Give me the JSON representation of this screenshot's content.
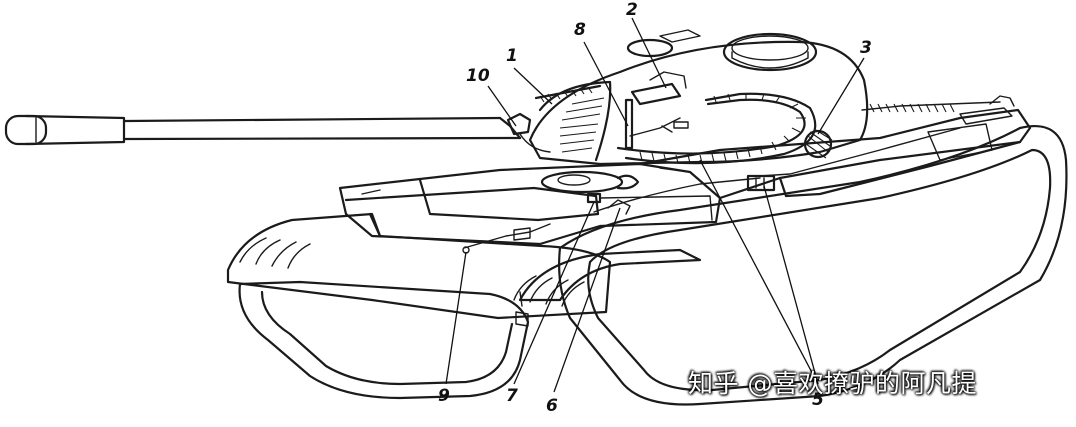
{
  "callouts": [
    {
      "id": "c1",
      "text": "1"
    },
    {
      "id": "c2",
      "text": "2"
    },
    {
      "id": "c3",
      "text": "3"
    },
    {
      "id": "c5",
      "text": "5"
    },
    {
      "id": "c6",
      "text": "6"
    },
    {
      "id": "c7",
      "text": "7"
    },
    {
      "id": "c8",
      "text": "8"
    },
    {
      "id": "c9",
      "text": "9"
    },
    {
      "id": "c10",
      "text": "10"
    }
  ],
  "watermark": "知乎 @喜欢撩驴的阿凡提",
  "colors": {
    "ink": "#1b1b1b",
    "paper": "#ffffff"
  }
}
